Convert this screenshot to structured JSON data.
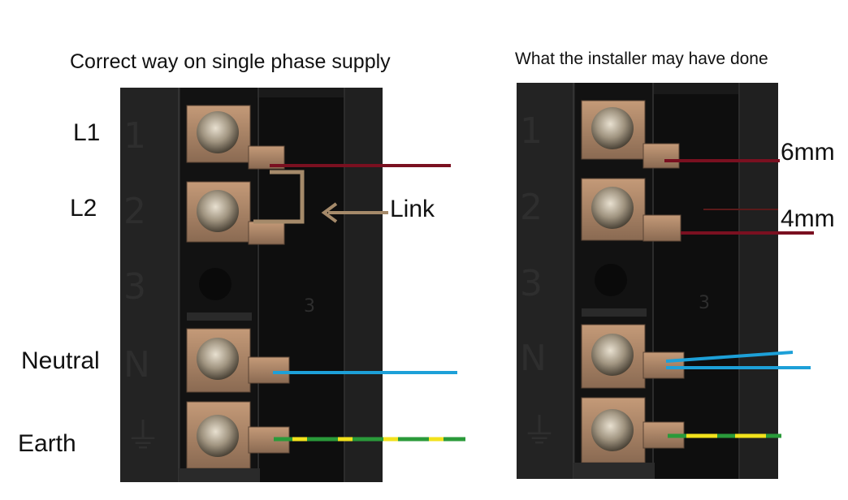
{
  "left_panel": {
    "title": "Correct way on single phase supply",
    "labels": {
      "l1": "L1",
      "l2": "L2",
      "neutral": "Neutral",
      "earth": "Earth",
      "link": "Link"
    }
  },
  "right_panel": {
    "title": "What the installer may have done",
    "labels": {
      "cable_6mm": "6mm",
      "cable_4mm": "4mm"
    }
  },
  "colors": {
    "live": "#7a1020",
    "neutral": "#1da0d8",
    "earth_green": "#2a9a3a",
    "earth_yellow": "#f2e21c",
    "link": "#a58a6a",
    "block": "#1c1c1c",
    "brass": "#a07a5a"
  },
  "terminal_numbers": [
    "1",
    "2",
    "3",
    "N",
    "⏚"
  ]
}
